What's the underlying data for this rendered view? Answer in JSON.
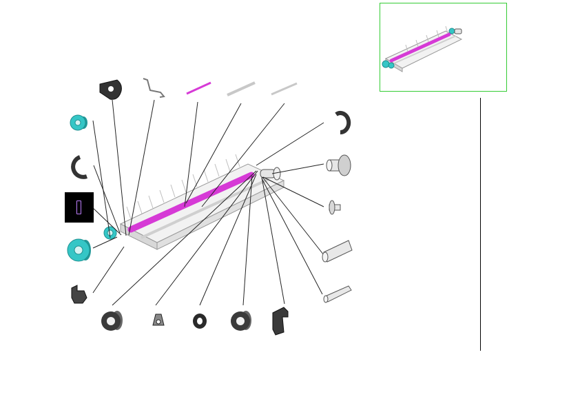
{
  "diagram": {
    "kind": "exploded-parts-view",
    "colors": {
      "accent_roller": "#d63ad6",
      "accent_gear": "#35c6c6",
      "frame_border": "#33cc33",
      "selected_marker": "#000000",
      "leader_line": "#222222",
      "part_fill": "#e6e6e6",
      "part_stroke": "#555555"
    },
    "parts": [
      {
        "id": "bracket-plate"
      },
      {
        "id": "wire-spring"
      },
      {
        "id": "magenta-roller"
      },
      {
        "id": "guide-bar-1"
      },
      {
        "id": "guide-bar-2"
      },
      {
        "id": "gear-cyan-small"
      },
      {
        "id": "e-clip-left"
      },
      {
        "id": "selected-part"
      },
      {
        "id": "gear-cyan-large"
      },
      {
        "id": "clip-bracket"
      },
      {
        "id": "bushing-1"
      },
      {
        "id": "collar"
      },
      {
        "id": "washer"
      },
      {
        "id": "bushing-2"
      },
      {
        "id": "block-holder"
      },
      {
        "id": "e-clip-right"
      },
      {
        "id": "flange-bearing"
      },
      {
        "id": "pin"
      },
      {
        "id": "tube-sleeve"
      },
      {
        "id": "shaft"
      }
    ]
  },
  "thumbnail": {
    "view": "assembled"
  }
}
